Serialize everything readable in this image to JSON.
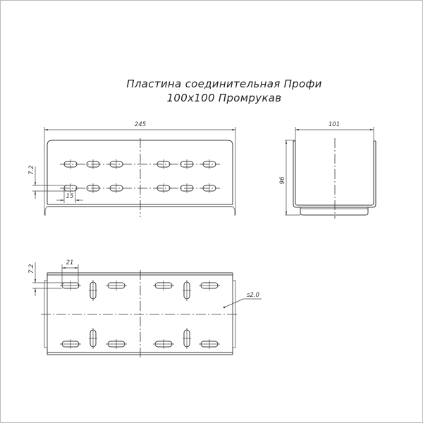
{
  "title": {
    "line1": "Пластина соединительная Профи",
    "line2": "100x100 Промрукав"
  },
  "front_view": {
    "overall_length": "245",
    "slot_pitch_vertical": "7.2",
    "slot_length": "15"
  },
  "side_view": {
    "width": "101",
    "height": "96"
  },
  "plan_view": {
    "slot_pitch_vertical": "7.2",
    "slot_length": "21",
    "thickness_label": "s2.0"
  },
  "colors": {
    "line": "#3a3a3a",
    "background": "#ffffff"
  }
}
